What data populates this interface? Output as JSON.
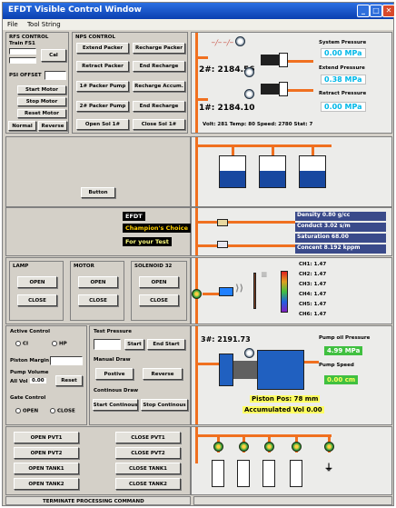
{
  "window": {
    "title": "EFDT Visible Control Window",
    "min": "_",
    "max": "□",
    "close": "✕"
  },
  "menu": {
    "file": "File",
    "tool": "Tool String"
  },
  "left_top": {
    "rfs_control": "RFS CONTROL",
    "train": "Train FS1",
    "cal": "Cal",
    "psi_offset": "PSI OFFSET",
    "start_motor": "Start Motor",
    "stop_motor": "Stop Motor",
    "reset_motor": "Reset Motor",
    "normal": "Normal",
    "reverse": "Reverse"
  },
  "nps_control": {
    "title": "NPS CONTROL",
    "extend_packer": "Extend Packer",
    "recharge_packer": "Recharge Packer",
    "retract_packer": "Retract Packer",
    "end_recharge": "End Recharge",
    "pump1": "1# Packer Pump",
    "recharge_accum": "Recharge Accum.",
    "pump2": "2# Packer Pump",
    "end_recharge2": "End Recharge",
    "open_sol": "Open Sol 1#",
    "close_sol": "Close Sol 1#"
  },
  "pressures": {
    "p2_label": "2#: 2184.56",
    "p1_label": "1#: 2184.10",
    "system_label": "System Pressure",
    "system_val": "0.00 MPa",
    "extend_label": "Extend Pressure",
    "extend_val": "0.38 MPa",
    "retract_label": "Retract Pressure",
    "retract_val": "0.00 MPa",
    "status": "Volt: 281     Temp: 80     Speed: 2780     Stat: 7"
  },
  "mid": {
    "button": "Button",
    "efdt": "EFDT",
    "champion": "Champion's Choice",
    "for_you": "For your Test",
    "density": "Density 0.80 g/cc",
    "conduct": "Conduct 3.02 s/m",
    "saturation": "Saturation 68.00",
    "concent": "Concent 8.192 kppm"
  },
  "lamps": {
    "lamp": "LAMP",
    "motor": "MOTOR",
    "solenoid": "SOLENOID 32",
    "open": "OPEN",
    "close": "CLOSE",
    "channels": [
      "CH1: 1.47",
      "CH2: 1.47",
      "CH3: 1.47",
      "CH4: 1.47",
      "CH5: 1.47",
      "CH6: 1.47"
    ]
  },
  "pump": {
    "active_control": "Active Control",
    "ci": "CI",
    "hp": "HP",
    "piston_margin": "Piston Margin",
    "pump_volume": "Pump Volume",
    "all_vol": "All Vol",
    "vol_val": "0.00",
    "reset": "Reset",
    "gate_control": "Gate Control",
    "open": "OPEN",
    "close": "CLOSE",
    "test_pressure": "Test Pressure",
    "start": "Start",
    "end_start": "End Start",
    "manual_draw": "Manual Draw",
    "positive": "Postive",
    "reverse": "Reverse",
    "continous_draw": "Continous Draw",
    "start_continous": "Start Continous",
    "stop_continous": "Stop Continous",
    "p3_label": "3#: 2191.73",
    "oil_label": "Pump oil Pressure",
    "oil_val": "4.99 MPa",
    "speed_label": "Pump Speed",
    "speed_val": "0.00 cm",
    "piston_pos": "Piston Pos: 78 mm",
    "accum_vol": "Accumulated Vol 0.00"
  },
  "valves": {
    "open_pvt1": "OPEN   PVT1",
    "close_pvt1": "CLOSE   PVT1",
    "open_pvt2": "OPEN   PVT2",
    "close_pvt2": "CLOSE   PVT2",
    "open_tank1": "OPEN   TANK1",
    "close_tank1": "CLOSE   TANK1",
    "open_tank2": "OPEN   TANK2",
    "close_tank2": "CLOSE   TANK2"
  },
  "status": {
    "terminate": "TERMINATE   PROCESSING   COMMAND"
  },
  "colors": {
    "pipe": "#f07020",
    "tank_fill": "#1848a0",
    "readout_bg": "#3a4a8a",
    "value_cyan": "#00b8e8"
  }
}
